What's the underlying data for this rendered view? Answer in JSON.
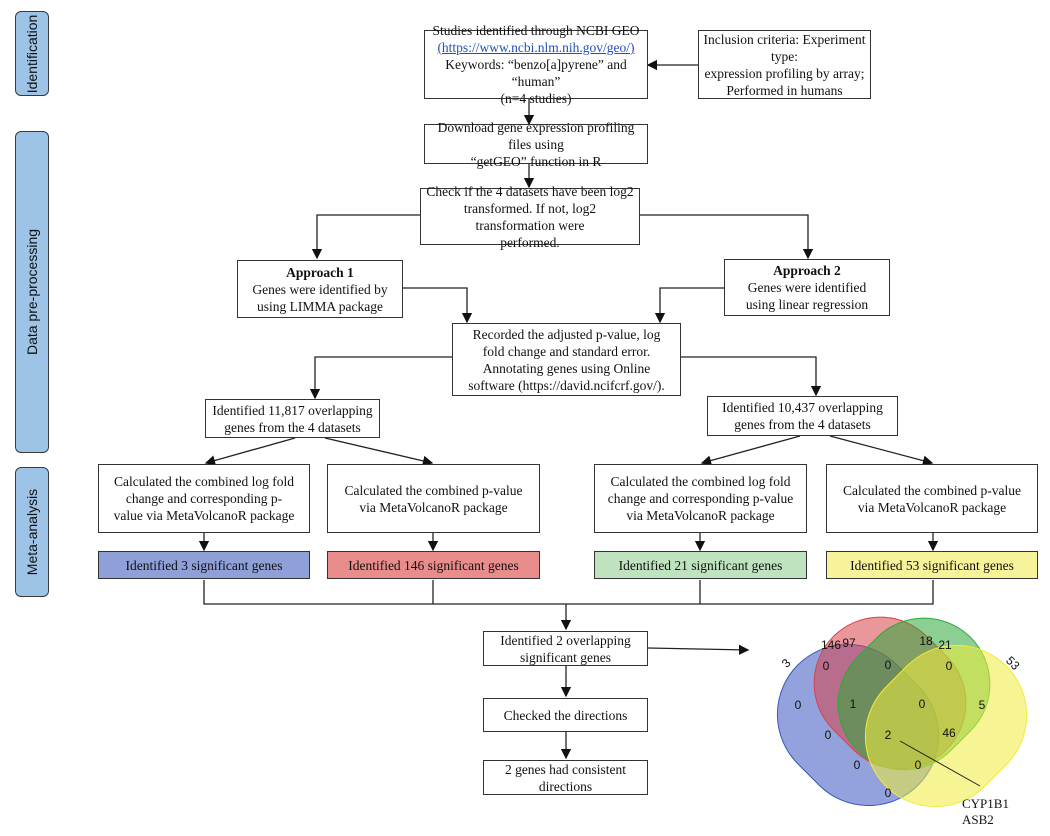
{
  "phases": {
    "identification": "Identification",
    "preprocessing": "Data pre-processing",
    "meta_analysis": "Meta-analysis"
  },
  "steps": {
    "geo": {
      "line1": "Studies identified through NCBI GEO",
      "link": "(https://www.ncbi.nlm.nih.gov/geo/)",
      "line3": "Keywords: “benzo[a]pyrene” and “human”",
      "line4": "(n=4 studies)"
    },
    "inclusion": {
      "line1": "Inclusion criteria: Experiment type:",
      "line2": "expression profiling by array;",
      "line3": "Performed in humans"
    },
    "download": {
      "line1": "Download gene expression profiling files using",
      "line2": "“getGEO” function in R"
    },
    "log2": {
      "line1": "Check if the 4 datasets have been log2",
      "line2": "transformed. If not, log2 transformation were",
      "line3": "performed."
    },
    "approach1": {
      "title": "Approach 1",
      "line1": "Genes were identified by",
      "line2": "using LIMMA package"
    },
    "approach2": {
      "title": "Approach 2",
      "line1": "Genes were identified",
      "line2": "using linear regression"
    },
    "recorded": {
      "line1": "Recorded the adjusted p-value, log",
      "line2": "fold change and standard error.",
      "line3": "Annotating genes using Online",
      "line4": "software (https://david.ncifcrf.gov/)."
    },
    "overlap1": {
      "line1": "Identified 11,817 overlapping",
      "line2": "genes from the 4 datasets"
    },
    "overlap2": {
      "line1": "Identified 10,437 overlapping",
      "line2": "genes from the 4 datasets"
    },
    "calc_lfc_1": {
      "line1": "Calculated the combined log fold",
      "line2": "change and corresponding p-",
      "line3": "value via MetaVolcanoR package"
    },
    "calc_p_1": {
      "line1": "Calculated the combined p-value",
      "line2": "via MetaVolcanoR package"
    },
    "calc_lfc_2": {
      "line1": "Calculated the combined log fold",
      "line2": "change and corresponding p-value",
      "line3": "via MetaVolcanoR package"
    },
    "calc_p_2": {
      "line1": "Calculated the combined p-value",
      "line2": "via MetaVolcanoR package"
    },
    "sig3": {
      "label": "Identified 3 significant genes",
      "color": "#8fa0d8"
    },
    "sig146": {
      "label": "Identified 146 significant genes",
      "color": "#e88c8c"
    },
    "sig21": {
      "label": "Identified 21 significant genes",
      "color": "#bfe3bf"
    },
    "sig53": {
      "label": "Identified 53 significant genes",
      "color": "#f7f39a"
    },
    "overlap_sig": {
      "line1": "Identified 2 overlapping",
      "line2": "significant genes"
    },
    "directions": {
      "line1": "Checked the directions"
    },
    "consistent": {
      "line1": "2 genes had consistent",
      "line2": "directions"
    }
  },
  "venn": {
    "sets": [
      {
        "name": "3",
        "color": "#3a55c0"
      },
      {
        "name": "146",
        "color": "#d9424a"
      },
      {
        "name": "21",
        "color": "#2ea83a"
      },
      {
        "name": "53",
        "color": "#f0ec3a"
      }
    ],
    "regions": {
      "only_3": "0",
      "only_146": "97",
      "only_21": "18",
      "only_53": "5",
      "3_146": "0",
      "146_21": "0",
      "21_53": "0",
      "3_21": "0",
      "146_53": "46",
      "3_146_21": "1",
      "146_21_53": "0",
      "3_21_53": "0",
      "3_146_53": "0",
      "3_53": "0",
      "all": "2"
    },
    "callout": {
      "gene1": "CYP1B1",
      "gene2": "ASB2"
    }
  }
}
